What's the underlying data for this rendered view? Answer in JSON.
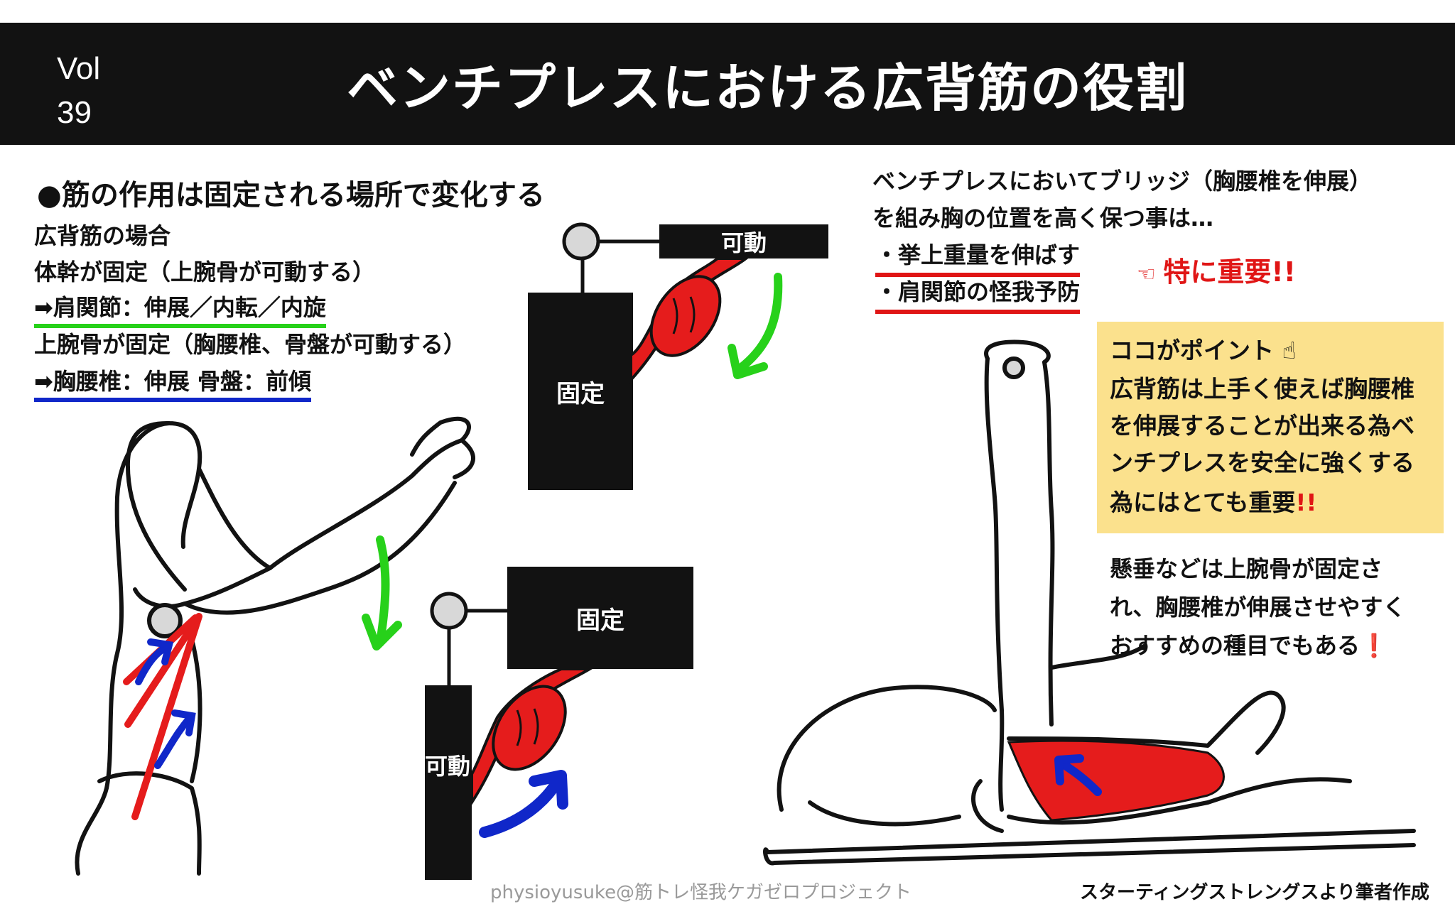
{
  "header": {
    "vol_label": "Vol",
    "vol_number": "39",
    "title": "ベンチプレスにおける広背筋の役割"
  },
  "left": {
    "lead": "●筋の作用は固定される場所で変化する",
    "case": "広背筋の場合",
    "line1": "体幹が固定（上腕骨が可動する）",
    "line2": "➡肩関節：伸展／内転／内旋",
    "line3": "上腕骨が固定（胸腰椎、骨盤が可動する）",
    "line4": "➡胸腰椎：伸展 骨盤：前傾"
  },
  "diagram_top": {
    "fixed_label": "固定",
    "moving_label": "可動"
  },
  "diagram_bottom": {
    "fixed_label": "固定",
    "moving_label": "可動"
  },
  "right": {
    "line1": "ベンチプレスにおいてブリッジ（胸腰椎を伸展）",
    "line2": "を組み胸の位置を高く保つ事は…",
    "bullet1": "・挙上重量を伸ばす",
    "bullet2": "・肩関節の怪我予防",
    "emphasis": "特に重要!!",
    "emphasis_icon": "pointing-hand-icon"
  },
  "callout": {
    "heading": "ココがポイント",
    "line1": "広背筋は上手く使えば胸腰椎",
    "line2": "を伸展することが出来る為ベ",
    "line3": "ンチプレスを安全に強くする",
    "line4_main": "為にはとても重要",
    "line4_mark": "!!"
  },
  "note": {
    "line1": "懸垂などは上腕骨が固定さ",
    "line2": "れ、胸腰椎が伸展させやすく",
    "line3_main": "おすすめの種目でもある",
    "line3_mark": "❗"
  },
  "footer": {
    "credit": "physioyusuke@筋トレ怪我ケガゼロプロジェクト",
    "source": "スターティングストレングスより筆者作成"
  },
  "colors": {
    "header_bg": "#121212",
    "green_underline": "#27d11a",
    "blue_underline": "#1027c9",
    "red_accent": "#e01515",
    "callout_bg": "#fbe18d",
    "muscle_red": "#e51c1c"
  }
}
